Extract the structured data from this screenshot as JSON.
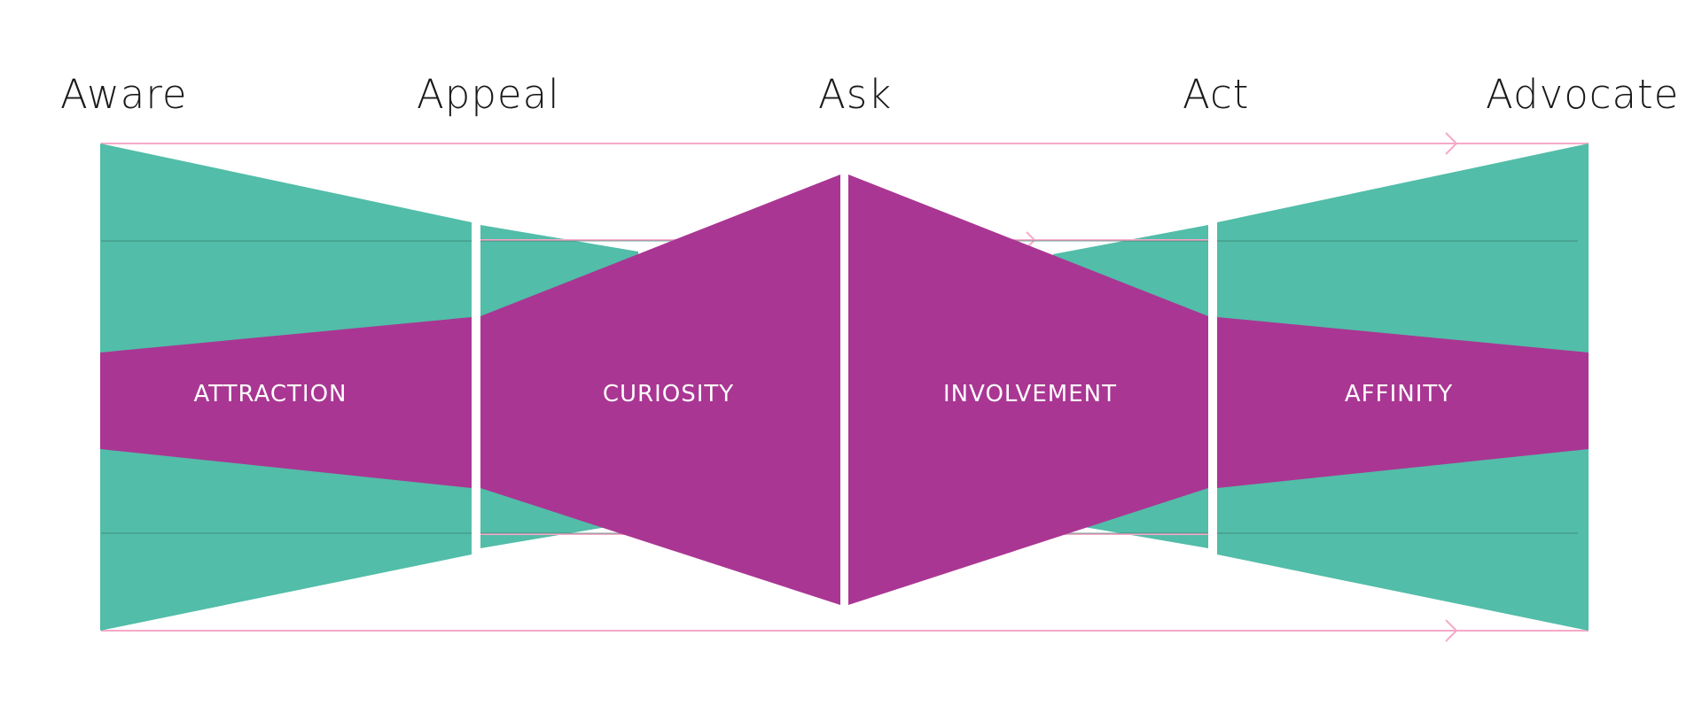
{
  "stages": [
    {
      "id": "aware",
      "label": "Aware"
    },
    {
      "id": "appeal",
      "label": "Appeal"
    },
    {
      "id": "ask",
      "label": "Ask"
    },
    {
      "id": "act",
      "label": "Act"
    },
    {
      "id": "advocate",
      "label": "Advocate"
    }
  ],
  "phases": [
    {
      "id": "attraction",
      "label": "ATTRACTION"
    },
    {
      "id": "curiosity",
      "label": "CURIOSITY"
    },
    {
      "id": "involvement",
      "label": "INVOLVEMENT"
    },
    {
      "id": "affinity",
      "label": "AFFINITY"
    }
  ],
  "colors": {
    "teal": "#52bda8",
    "magenta": "#aa3693",
    "pink_line": "#f6a9c9",
    "text": "#1a1a1a",
    "background": "#ffffff"
  }
}
